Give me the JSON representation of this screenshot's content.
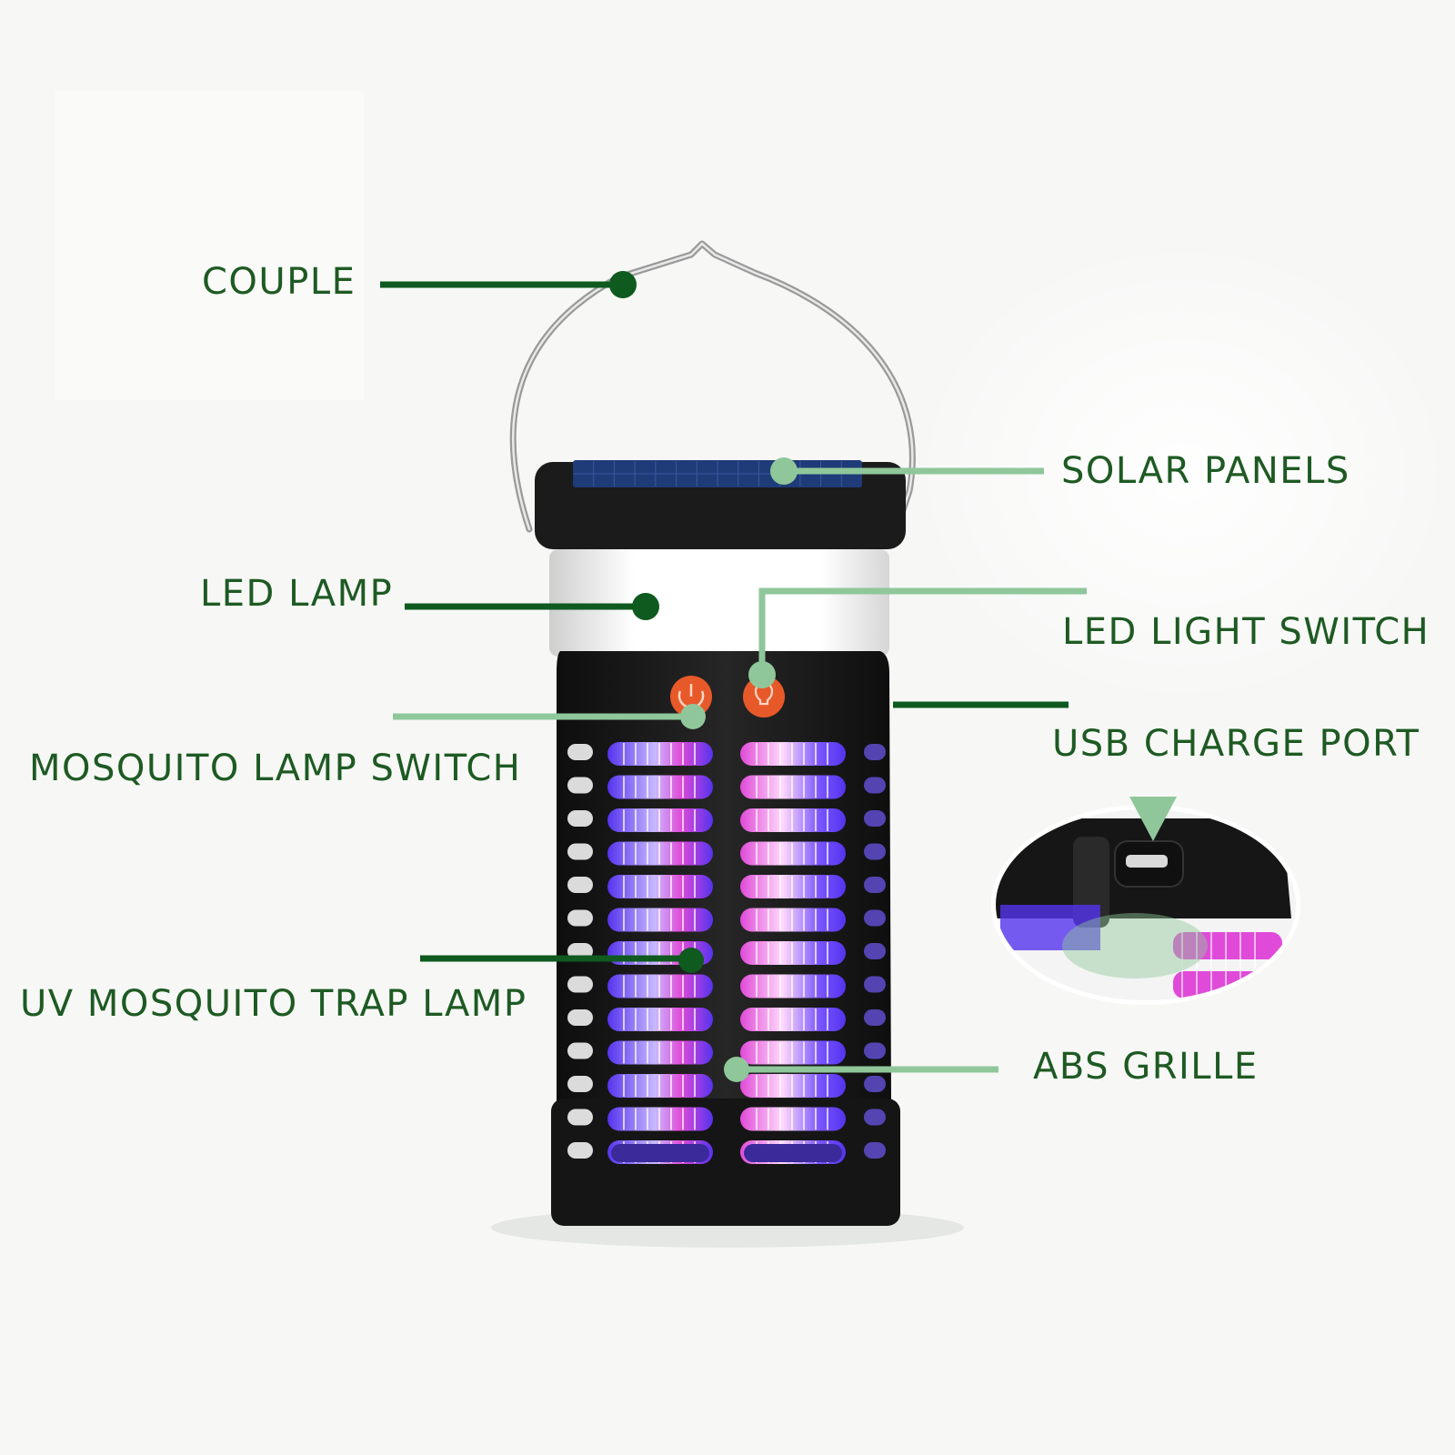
{
  "colors": {
    "label_text": "#1e5a23",
    "leader_dark": "#0e5a1f",
    "leader_light": "#8fc79a",
    "body": "#161616",
    "uv_blue": "#5533ee",
    "uv_pink": "#e04ad8",
    "button": "#e8592a",
    "solar": "#1f3b78"
  },
  "labels": {
    "couple": "COUPLE",
    "solar_panels": "SOLAR PANELS",
    "led_lamp": "LED LAMP",
    "led_light_switch": "LED LIGHT SWITCH",
    "mosquito_lamp_switch": "MOSQUITO LAMP SWITCH",
    "usb_charge_port": "USB CHARGE PORT",
    "uv_mosquito_trap_lamp": "UV MOSQUITO TRAP LAMP",
    "abs_grille": "ABS GRILLE"
  }
}
